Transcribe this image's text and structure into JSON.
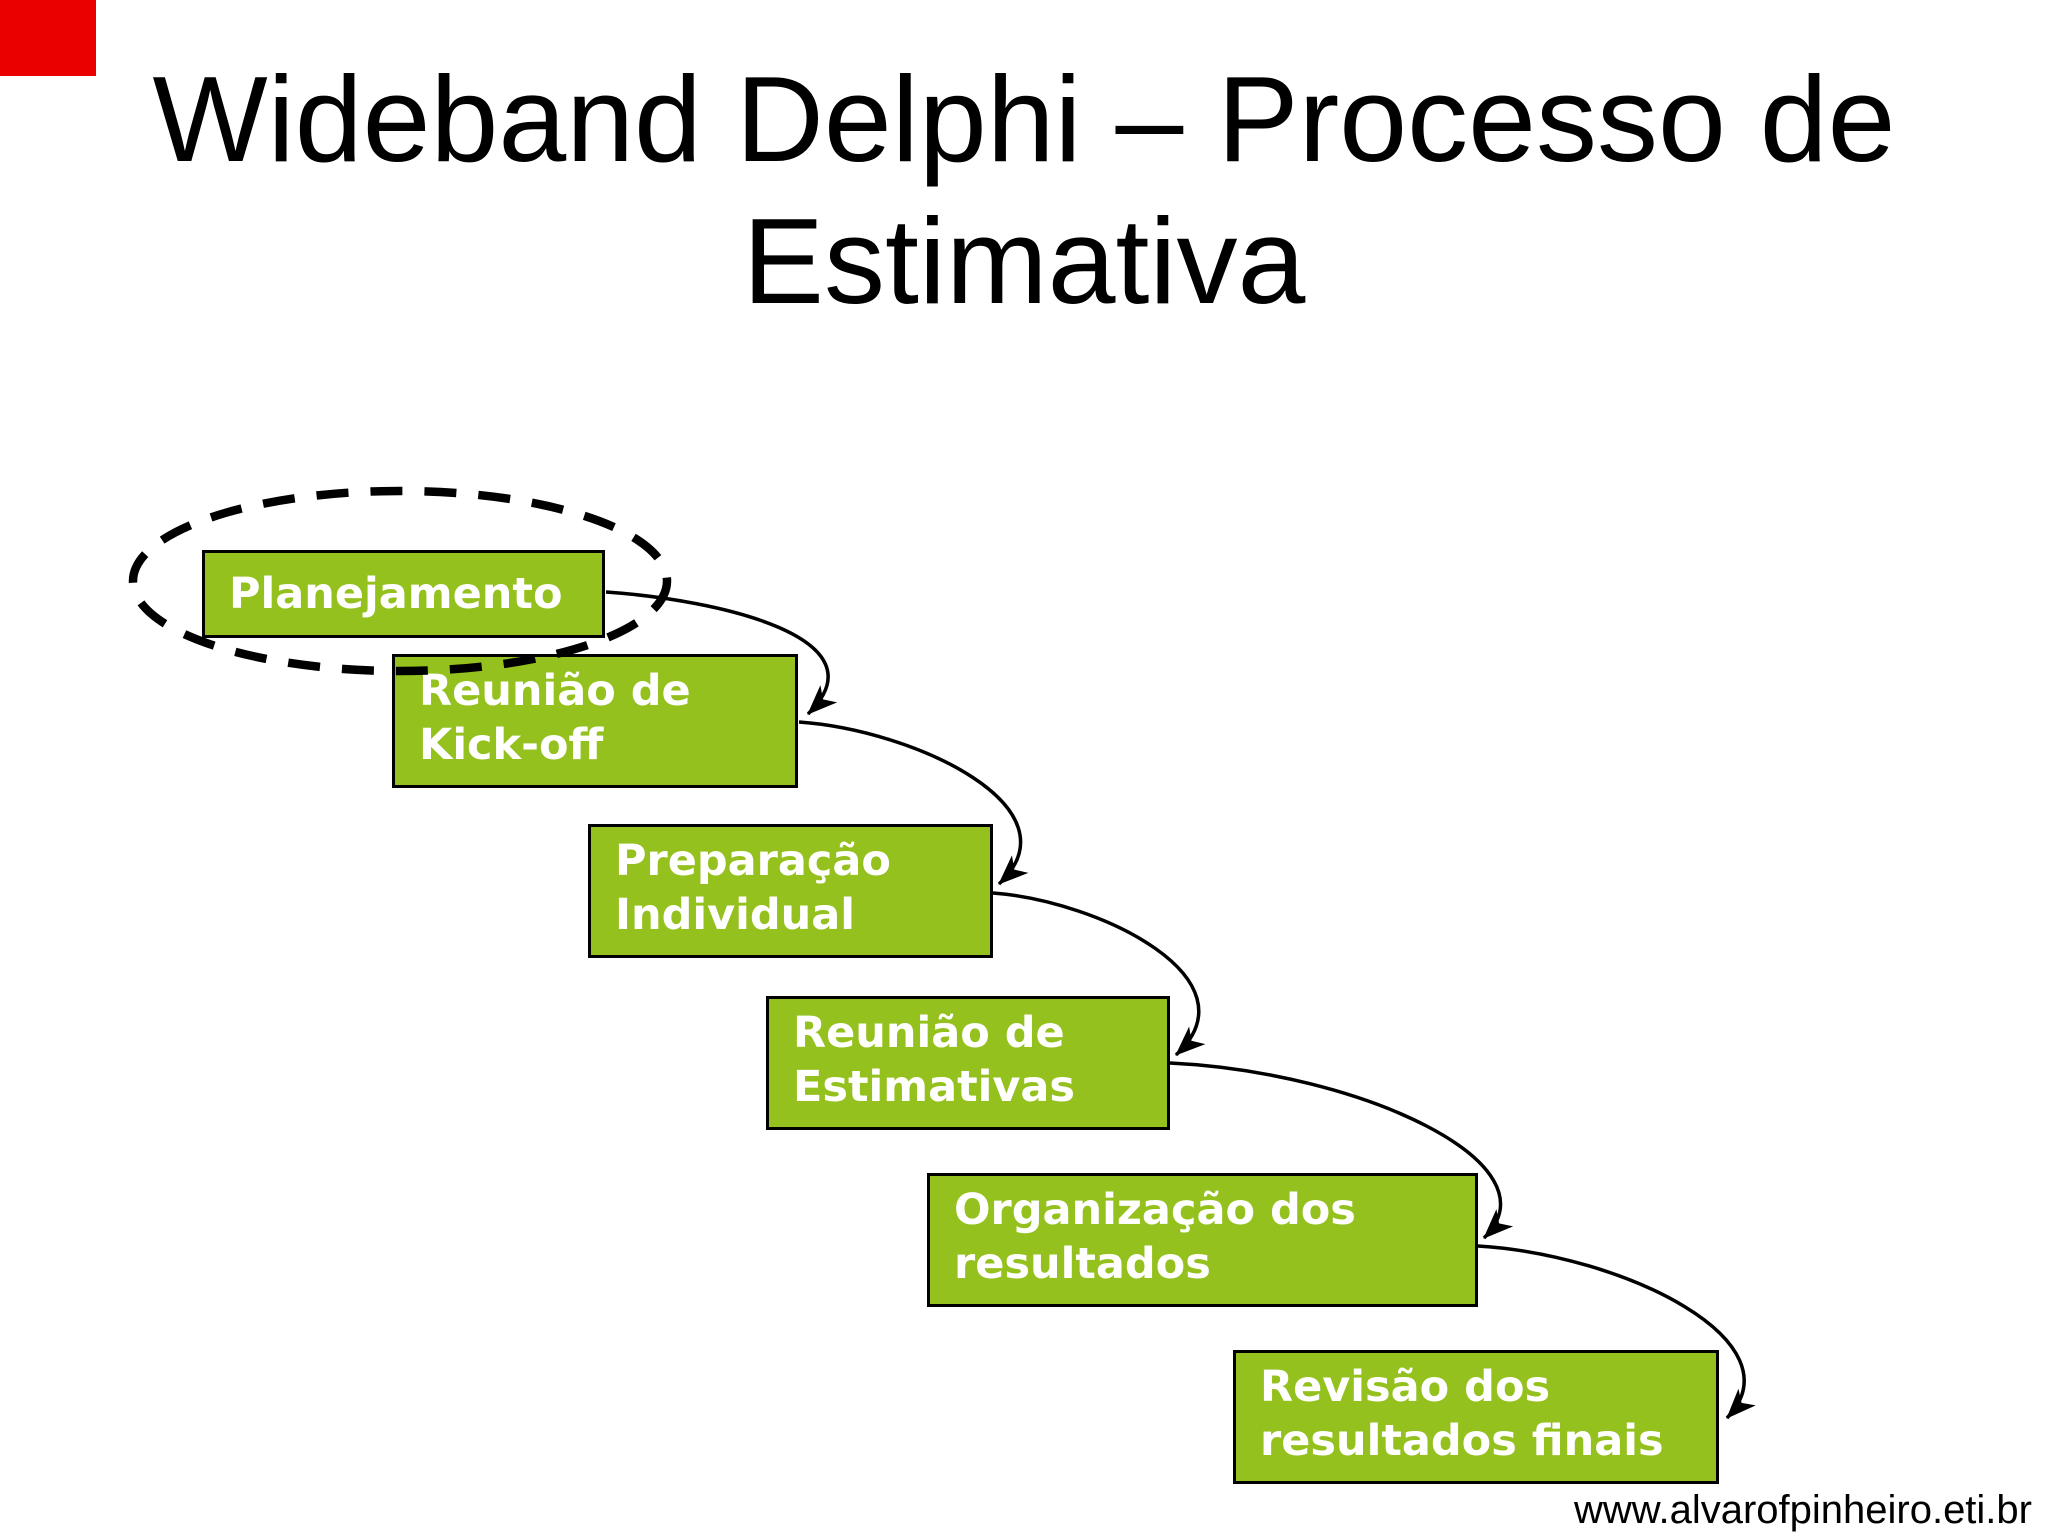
{
  "slide": {
    "title": {
      "line1": "Wideband Delphi – Processo de",
      "line2": "Estimativa"
    },
    "steps": [
      {
        "label": "Planejamento",
        "highlighted": true
      },
      {
        "label": "Reunião de Kick-off",
        "highlighted": false
      },
      {
        "label": "Preparação Individual",
        "highlighted": false
      },
      {
        "label": "Reunião de Estimativas",
        "highlighted": false
      },
      {
        "label": "Organização dos resultados",
        "highlighted": false
      },
      {
        "label": "Revisão dos resultados finais",
        "highlighted": false
      }
    ],
    "footer_url": "www.alvarofpinheiro.eti.br",
    "colors": {
      "box_fill": "#94C11D",
      "box_border": "#000000",
      "box_text": "#FFFFFF",
      "title_text": "#000000",
      "connector": "#000000",
      "highlight_ellipse": "#000000",
      "corner_marker": "#EB0000"
    }
  }
}
